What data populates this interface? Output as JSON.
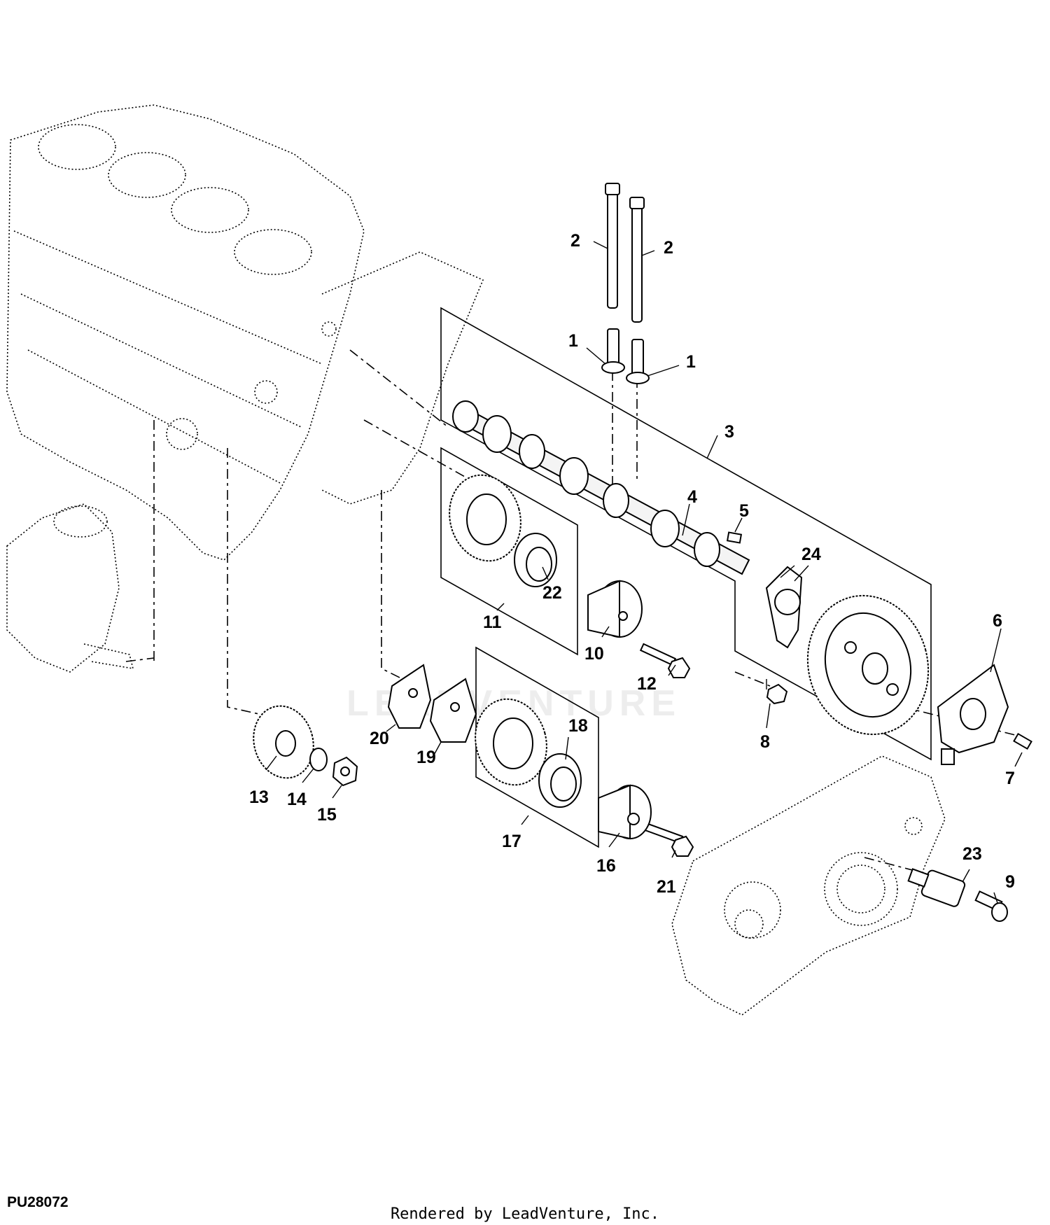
{
  "diagram": {
    "id_label": "PU28072",
    "credit": "Rendered by LeadVenture, Inc.",
    "watermark": "LEADVENTURE"
  },
  "callouts": [
    {
      "key": "c1a",
      "text": "1"
    },
    {
      "key": "c1b",
      "text": "1"
    },
    {
      "key": "c2a",
      "text": "2"
    },
    {
      "key": "c2b",
      "text": "2"
    },
    {
      "key": "c3",
      "text": "3"
    },
    {
      "key": "c4",
      "text": "4"
    },
    {
      "key": "c5",
      "text": "5"
    },
    {
      "key": "c6",
      "text": "6"
    },
    {
      "key": "c7",
      "text": "7"
    },
    {
      "key": "c8",
      "text": "8"
    },
    {
      "key": "c9",
      "text": "9"
    },
    {
      "key": "c10",
      "text": "10"
    },
    {
      "key": "c11",
      "text": "11"
    },
    {
      "key": "c12",
      "text": "12"
    },
    {
      "key": "c13",
      "text": "13"
    },
    {
      "key": "c14",
      "text": "14"
    },
    {
      "key": "c15",
      "text": "15"
    },
    {
      "key": "c16",
      "text": "16"
    },
    {
      "key": "c17",
      "text": "17"
    },
    {
      "key": "c18",
      "text": "18"
    },
    {
      "key": "c19",
      "text": "19"
    },
    {
      "key": "c20",
      "text": "20"
    },
    {
      "key": "c21",
      "text": "21"
    },
    {
      "key": "c22",
      "text": "22"
    },
    {
      "key": "c23",
      "text": "23"
    },
    {
      "key": "c24",
      "text": "24"
    }
  ]
}
